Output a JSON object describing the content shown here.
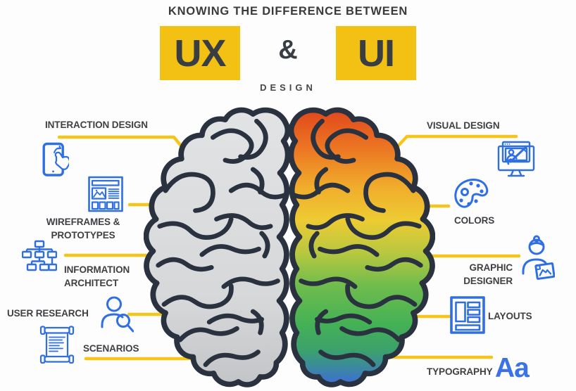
{
  "header": {
    "kicker": "KNOWING THE DIFFERENCE BETWEEN",
    "ux_label": "UX",
    "ampersand": "&",
    "ui_label": "UI",
    "subtitle": "DESIGN"
  },
  "ux_side": {
    "hemisphere": "left-gray-brain",
    "items": [
      {
        "label": "INTERACTION DESIGN",
        "icon": "tablet-touch-icon"
      },
      {
        "label1": "WIREFRAMES &",
        "label2": "PROTOTYPES",
        "icon": "wireframe-icon"
      },
      {
        "label1": "INFORMATION",
        "label2": "ARCHITECT",
        "icon": "sitemap-icon"
      },
      {
        "label": "USER RESEARCH",
        "icon": "user-magnifier-icon"
      },
      {
        "label": "SCENARIOS",
        "icon": "scroll-icon"
      }
    ]
  },
  "ui_side": {
    "hemisphere": "right-rainbow-brain",
    "items": [
      {
        "label": "VISUAL DESIGN",
        "icon": "monitor-paintbrush-icon"
      },
      {
        "label": "COLORS",
        "icon": "palette-icon"
      },
      {
        "label1": "GRAPHIC",
        "label2": "DESIGNER",
        "icon": "designer-person-icon"
      },
      {
        "label": "LAYOUTS",
        "icon": "layout-grid-icon"
      },
      {
        "label": "TYPOGRAPHY",
        "specimen": "Aa",
        "icon": "typography-specimen"
      }
    ]
  },
  "colors": {
    "accent_yellow": "#F2C114",
    "line_yellow": "#F5C51B",
    "icon_blue": "#2F6FE4",
    "typography_blue": "#3B72E8",
    "text_dark": "#3E4043",
    "brain_outline": "#2A3240",
    "brain_left_gray": "#DBDCDE",
    "brain_right_gradient": [
      "#E0481C",
      "#EC7623",
      "#F0AC2B",
      "#EECB33",
      "#B8C83F",
      "#6FBC4D",
      "#44B155",
      "#3BA06E",
      "#3C6ED6"
    ]
  }
}
